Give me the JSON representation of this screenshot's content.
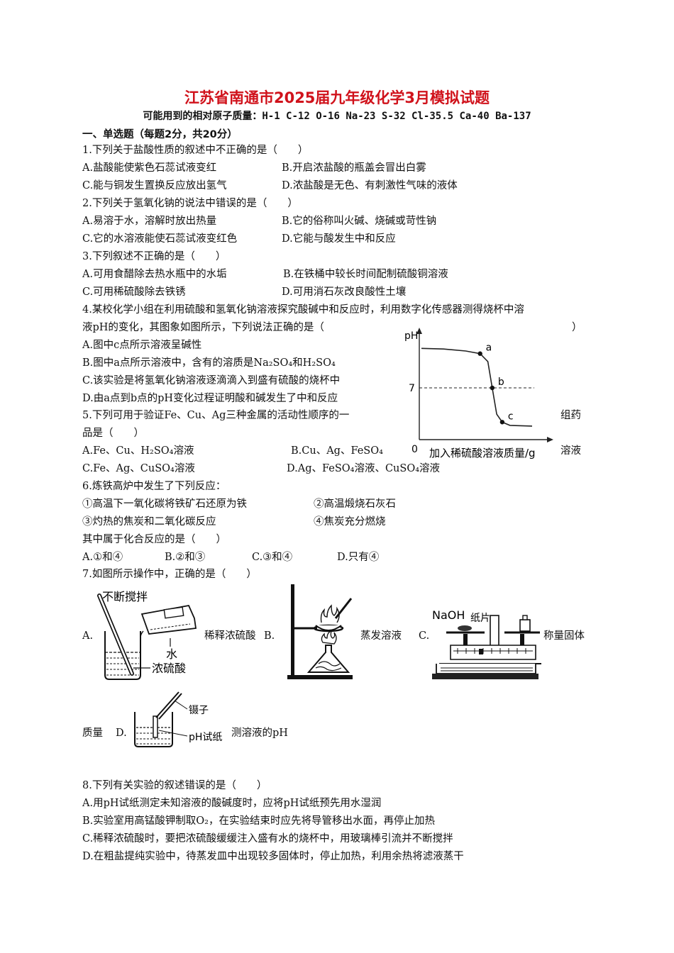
{
  "header": {
    "title": "江苏省南通市2025届九年级化学3月模拟试题",
    "atomic_masses": "可能用到的相对原子质量：H-1  C-12  O-16  Na-23 S-32  Cl-35.5  Ca-40  Ba-137"
  },
  "section1": {
    "heading": "一、单选题（每题2分，共20分）"
  },
  "q1": {
    "stem": "1.下列关于盐酸性质的叙述中不正确的是（　　）",
    "a": "A.盐酸能使紫色石蕊试液变红",
    "b": "B.开启浓盐酸的瓶盖会冒出白雾",
    "c": "C.能与铜发生置换反应放出氢气",
    "d": "D.浓盐酸是无色、有刺激性气味的液体"
  },
  "q2": {
    "stem": "2.下列关于氢氧化钠的说法中错误的是（　　）",
    "a": "A.易溶于水，溶解时放出热量",
    "b": "B.它的俗称叫火碱、烧碱或苛性钠",
    "c": "C.它的水溶液能使石蕊试液变红色",
    "d": "D.它能与酸发生中和反应"
  },
  "q3": {
    "stem": "3.下列叙述不正确的是（　　）",
    "a": "A.可用食醋除去热水瓶中的水垢",
    "b": "B.在铁桶中较长时间配制硫酸铜溶液",
    "c": "C.可用稀硫酸除去铁锈",
    "d": "D.可用消石灰改良酸性土壤"
  },
  "q4": {
    "stem1": "4.某校化学小组在利用硫酸和氢氧化钠溶液探究酸碱中和反应时，利用数字化传感器测得烧杯中溶",
    "stem2": "液pH的变化，其图象如图所示，下列说法正确的是（",
    "stem2_end": "）",
    "a": "A.图中c点所示溶液呈碱性",
    "b": "B.图中a点所示溶液中，含有的溶质是Na₂SO₄和H₂SO₄",
    "c": "C.该实验是将氢氧化钠溶液逐滴滴入到盛有硫酸的烧杯中",
    "d": "D.由a点到b点的pH变化过程证明酸和碱发生了中和反应"
  },
  "q5": {
    "stem1": "5.下列可用于验证Fe、Cu、Ag三种金属的活动性顺序的一",
    "stem1_end": "组药",
    "stem2": "品是（　　）",
    "a": "A.Fe、Cu、H₂SO₄溶液",
    "b": "B.Cu、Ag、FeSO₄",
    "b_end": "溶液",
    "c": "C.Fe、Ag、CuSO₄溶液",
    "d": "D.Ag、FeSO₄溶液、CuSO₄溶液"
  },
  "q6": {
    "stem": "6.炼铁高炉中发生了下列反应：",
    "r1": "①高温下一氧化碳将铁矿石还原为铁",
    "r2": "②高温煅烧石灰石",
    "r3": "③灼热的焦炭和二氧化碳反应",
    "r4": "④焦炭充分燃烧",
    "ask": "其中属于化合反应的是（　　）",
    "a": "A.①和④",
    "b": "B.②和③",
    "c": "C.③和④",
    "d": "D.只有④"
  },
  "q7": {
    "stem": "7.如图所示操作中，正确的是（　　）",
    "a_letter": "A.",
    "a_text": "稀释浓硫酸",
    "b_letter": "B.",
    "b_text": "蒸发溶液",
    "c_letter": "C.",
    "c_text": "称量固体",
    "c_cont": "质量",
    "d_letter": "D.",
    "d_text": "测溶液的pH",
    "fig_a_stir": "不断搅拌",
    "fig_a_water": "水",
    "fig_a_acid": "浓硫酸",
    "fig_c_naoh": "NaOH",
    "fig_c_paper": "纸片",
    "fig_d_tweezers": "镊子",
    "fig_d_paper": "pH试纸"
  },
  "q8": {
    "stem": "8.下列有关实验的叙述错误的是（　　）",
    "a": "A.用pH试纸测定未知溶液的酸碱度时，应将pH试纸预先用水湿润",
    "b": "B.实验室用高锰酸钾制取O₂，在实验结束时应先将导管移出水面，再停止加热",
    "c": "C.稀释浓硫酸时，要把浓硫酸缓缓注入盛有水的烧杯中，用玻璃棒引流并不断搅拌",
    "d": "D.在粗盐提纯实验中，待蒸发皿中出现较多固体时，停止加热，利用余热将滤液蒸干"
  },
  "chart_data": {
    "type": "line",
    "ylabel": "pH",
    "xlabel": "加入稀硫酸溶液质量/g",
    "origin_label": "0",
    "y_mark": "7",
    "point_labels": [
      "a",
      "b",
      "c"
    ],
    "series": [
      {
        "x": [
          0,
          2,
          4,
          5.3,
          6,
          6.4,
          6.8,
          7.3,
          8,
          10
        ],
        "y": [
          13,
          12.9,
          12.6,
          12.2,
          11,
          7,
          3,
          1.8,
          1.3,
          1.2
        ]
      }
    ],
    "points": [
      {
        "label": "a",
        "x": 5.3,
        "y": 12.2
      },
      {
        "label": "b",
        "x": 6.4,
        "y": 7
      },
      {
        "label": "c",
        "x": 7.3,
        "y": 1.8
      }
    ]
  }
}
